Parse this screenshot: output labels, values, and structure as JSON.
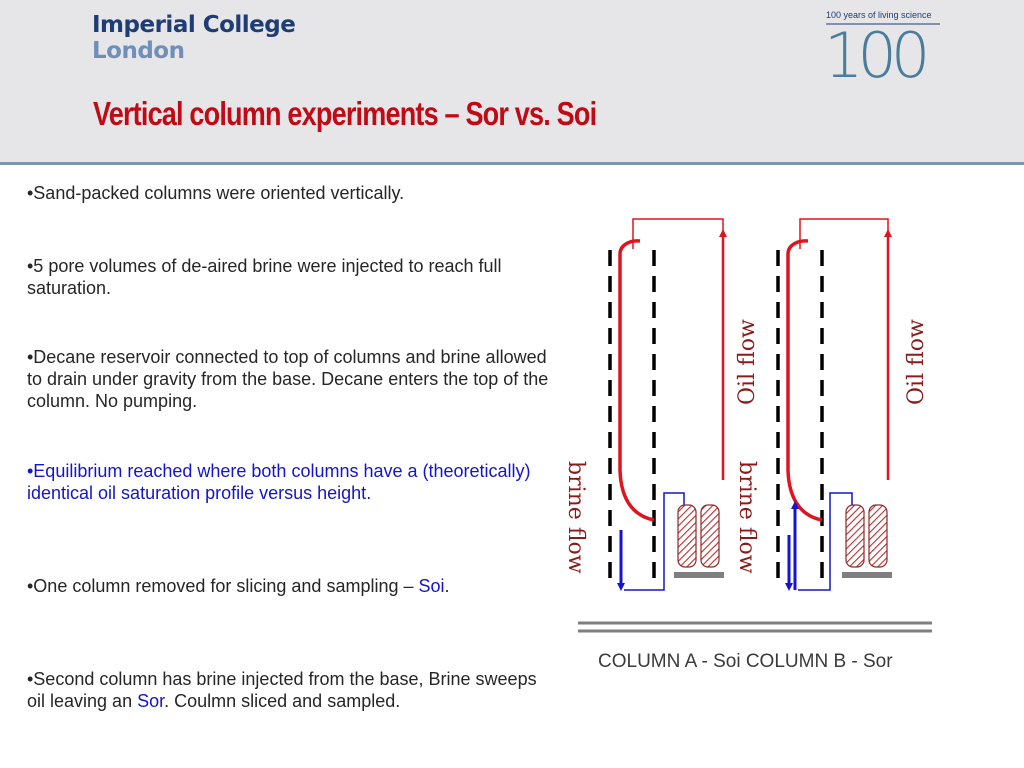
{
  "header": {
    "logo_line1": "Imperial College",
    "logo_line2": "London",
    "badge_caption": "100 years of living science",
    "badge_number": "100",
    "title": "Vertical column experiments – Sor vs. Soi"
  },
  "bullets": [
    {
      "text": "•Sand-packed columns were oriented vertically."
    },
    {
      "text": "•5 pore volumes of de-aired brine were injected to reach full saturation."
    },
    {
      "text": "•Decane reservoir connected to top of columns and brine allowed to drain under gravity from the base. Decane enters the top of the column. No pumping."
    },
    {
      "text": "•Equilibrium reached where both columns have a (theoretically) identical oil saturation profile versus height."
    },
    {
      "pre": "•One column removed for slicing and sampling – ",
      "hl": "Soi",
      "post": "."
    },
    {
      "pre": "•Second column has brine injected from the base, Brine sweeps oil leaving an ",
      "hl": "Sor",
      "post": ". Coulmn sliced and sampled."
    }
  ],
  "diagram": {
    "oil_flow_label": "Oil flow",
    "brine_flow_label": "brine flow",
    "column_a_label": "COLUMN A - Soi",
    "column_b_label": "COLUMN B - Sor"
  },
  "colors": {
    "title_red": "#c00a15",
    "logo_navy": "#1d3d74",
    "highlight_blue": "#1414cc",
    "oil_red": "#e0141e",
    "label_maroon": "#8b1a1a"
  }
}
